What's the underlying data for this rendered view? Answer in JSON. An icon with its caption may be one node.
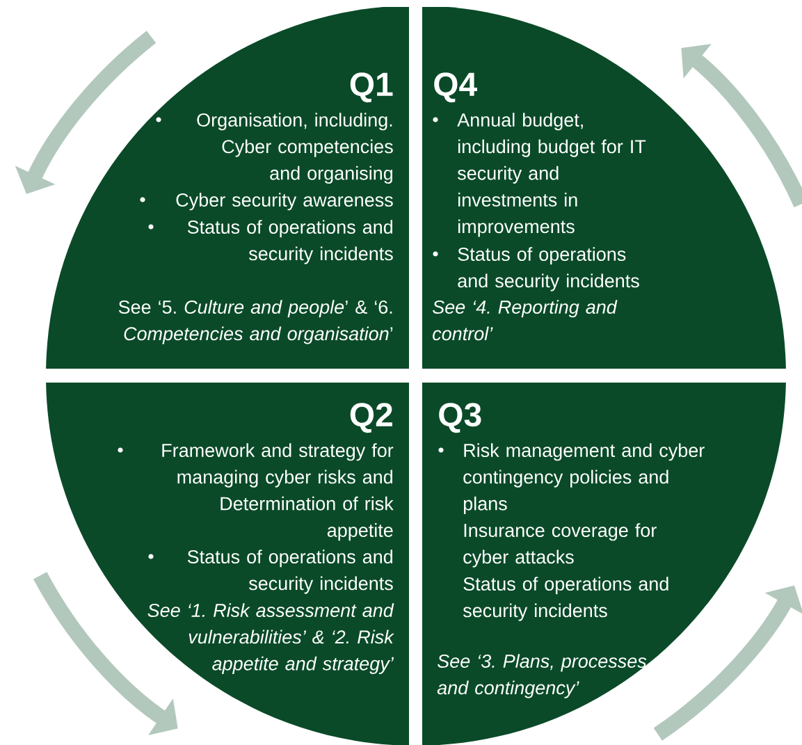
{
  "diagram": {
    "nodes": [
      {
        "text": [
          "Q1",
          "Organisation, including. Cyber competencies and organising",
          "Cyber security awareness",
          "Status of operations and security incidents",
          "See ‘5. *Culture and people*’ & ‘6. *Competencies and organisation*’"
        ]
      },
      {
        "text": [
          "Q4",
          "Annual budget, including budget for IT security and investments in improvements",
          "Status of operations and security incidents",
          "See ‘4. Reporting and control’"
        ]
      },
      {
        "text": [
          "Q2",
          "Framework and strategy for managing cyber risks and Determination of risk appetite",
          "Status of operations and security incidents",
          "See ‘1. Risk assessment and vulnerabilities’ & ‘2. Risk appetite and strategy’"
        ]
      },
      {
        "text": [
          "Q3",
          "Risk management and cyber contingency policies and plans",
          "Insurance coverage for cyber attacks",
          "Status of operations and security incidents",
          "See ‘3. Plans, processes and contingency’"
        ]
      }
    ]
  }
}
